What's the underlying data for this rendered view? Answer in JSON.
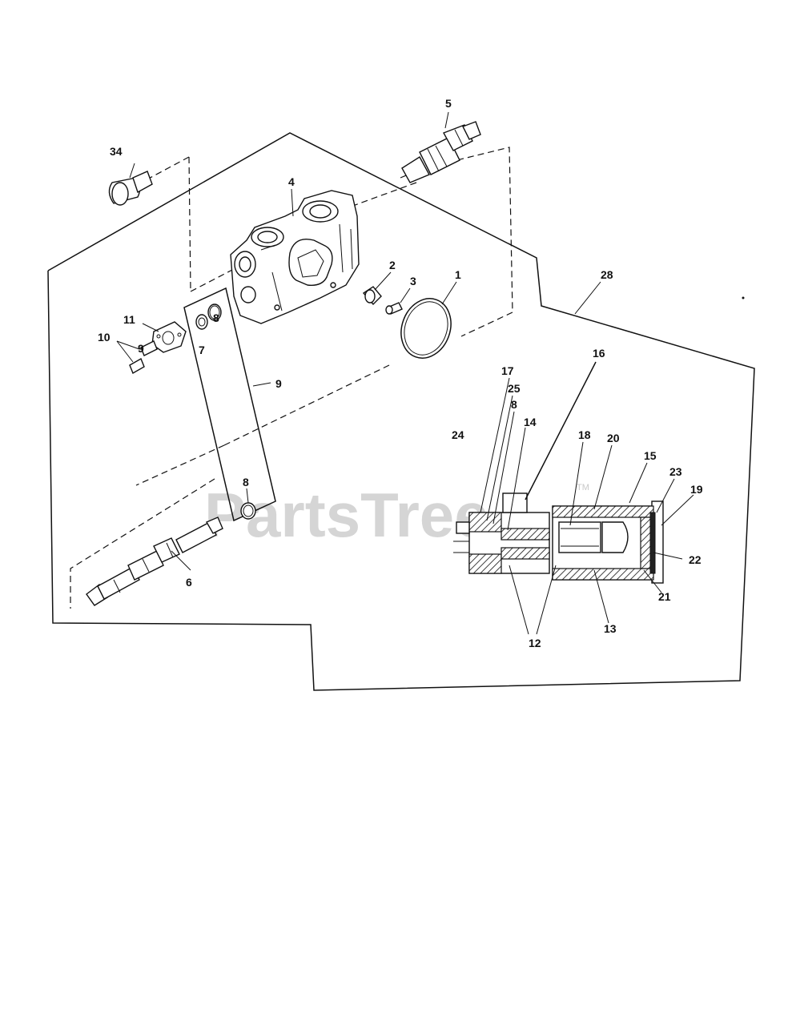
{
  "watermark": {
    "text": "PartsTree",
    "tm": "TM"
  },
  "callouts": {
    "c1": "1",
    "c2": "2",
    "c3": "3",
    "c4": "4",
    "c5": "5",
    "c6": "6",
    "c7": "7",
    "c8a": "8",
    "c8b": "8",
    "c8c": "8",
    "c9a": "9",
    "c9b": "9",
    "c10": "10",
    "c11": "11",
    "c12": "12",
    "c13": "13",
    "c14": "14",
    "c15": "15",
    "c16": "16",
    "c17": "17",
    "c18": "18",
    "c19": "19",
    "c20": "20",
    "c21": "21",
    "c22": "22",
    "c23": "23",
    "c24": "24",
    "c25": "25",
    "c28": "28",
    "c34": "34"
  }
}
